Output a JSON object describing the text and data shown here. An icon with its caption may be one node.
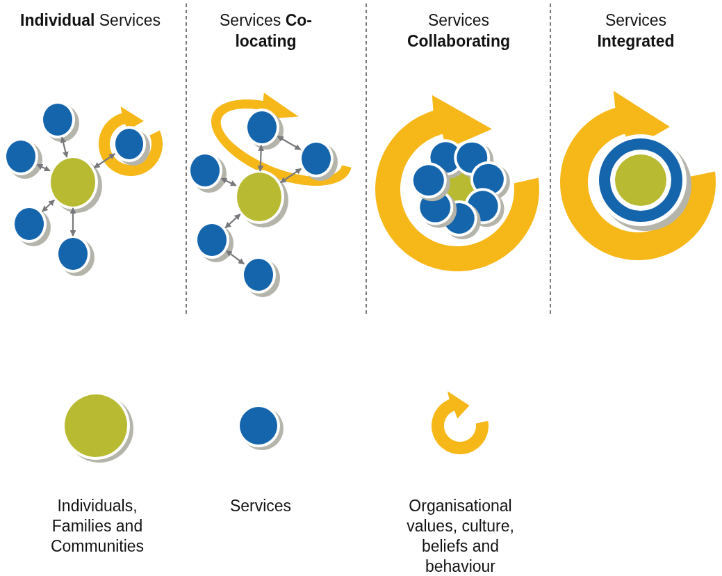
{
  "diagram": {
    "nodes": [
      {
        "text": [],
        "shape": "circle"
      },
      {
        "text": [],
        "shape": "circle"
      },
      {
        "text": [],
        "shape": "circle"
      },
      {
        "text": [],
        "shape": "circle"
      },
      {
        "text": [],
        "shape": "circle"
      },
      {
        "text": [],
        "shape": "circle"
      },
      {
        "text": [],
        "shape": "circle"
      },
      {
        "text": [],
        "shape": "circle"
      },
      {
        "text": [],
        "shape": "circle"
      },
      {
        "text": [],
        "shape": "circle"
      },
      {
        "text": [],
        "shape": "circle"
      },
      {
        "text": [],
        "shape": "circle"
      }
    ],
    "edges": [
      {
        "from": 0,
        "to": 1,
        "arrow": "both"
      },
      {
        "from": 0,
        "to": 2,
        "arrow": "both"
      },
      {
        "from": 0,
        "to": 3,
        "arrow": "both"
      },
      {
        "from": 0,
        "to": 4,
        "arrow": "both"
      },
      {
        "from": 0,
        "to": 5,
        "arrow": "both"
      },
      {
        "from": 6,
        "to": 7,
        "arrow": "both"
      },
      {
        "from": 6,
        "to": 8,
        "arrow": "both"
      },
      {
        "from": 6,
        "to": 9,
        "arrow": "both"
      },
      {
        "from": 6,
        "to": 10,
        "arrow": "both"
      },
      {
        "from": 10,
        "to": 11,
        "arrow": "both"
      },
      {
        "from": 7,
        "to": 9,
        "arrow": "both"
      }
    ],
    "labels": [
      "**Individual** Services",
      "Services **Co-locating**",
      "Services **Collaborating**",
      "Services **Integrated**"
    ],
    "legend": [
      {
        "text": "Individuals, Families and Communities",
        "color": "#b8ba32"
      },
      {
        "text": "Services",
        "color": "#1565ad"
      },
      {
        "text": "Organisational values, culture, beliefs and behaviour"
      }
    ]
  }
}
